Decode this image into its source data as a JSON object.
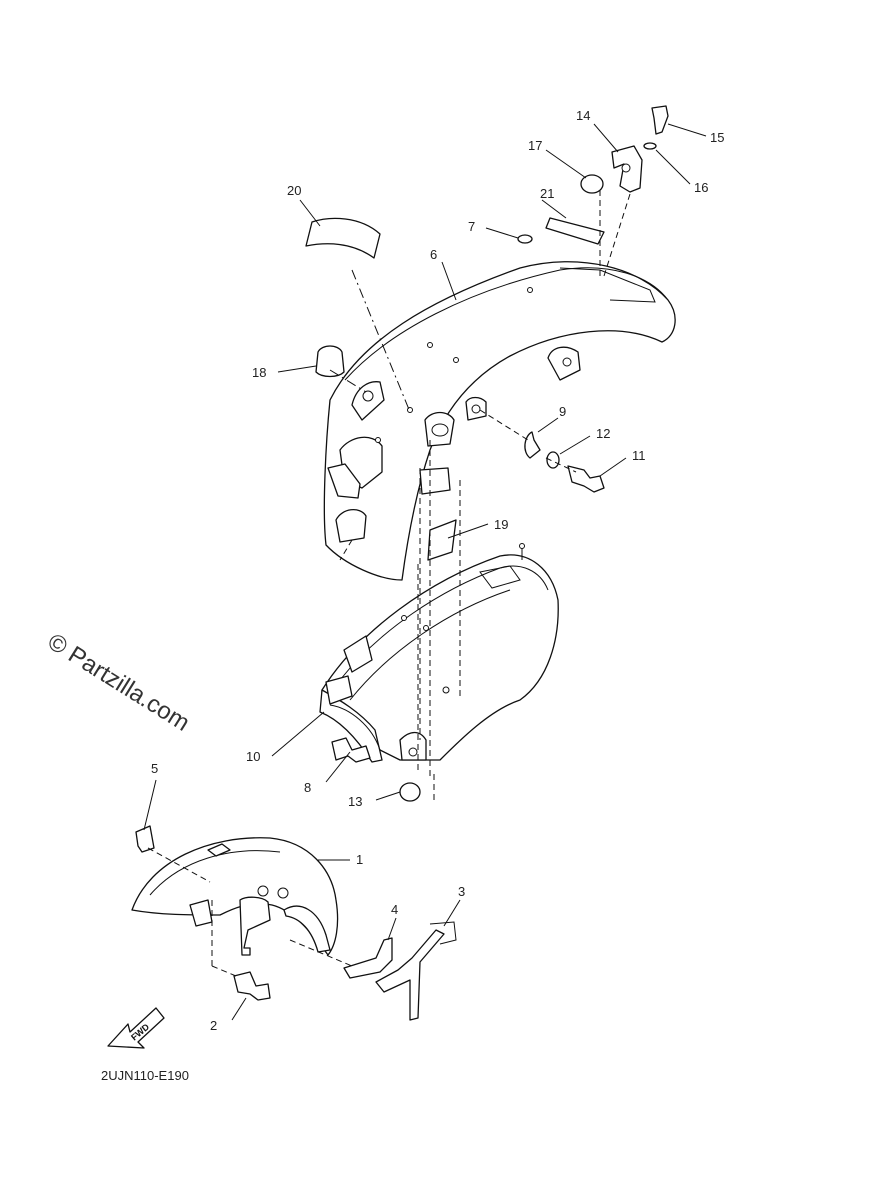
{
  "watermark": "© Partzilla.com",
  "diagram_code": "2UJN110-E190",
  "direction_label": "FWD",
  "callouts": [
    "1",
    "2",
    "3",
    "4",
    "5",
    "6",
    "7",
    "8",
    "9",
    "10",
    "11",
    "12",
    "13",
    "14",
    "15",
    "16",
    "17",
    "18",
    "19",
    "20",
    "21"
  ]
}
